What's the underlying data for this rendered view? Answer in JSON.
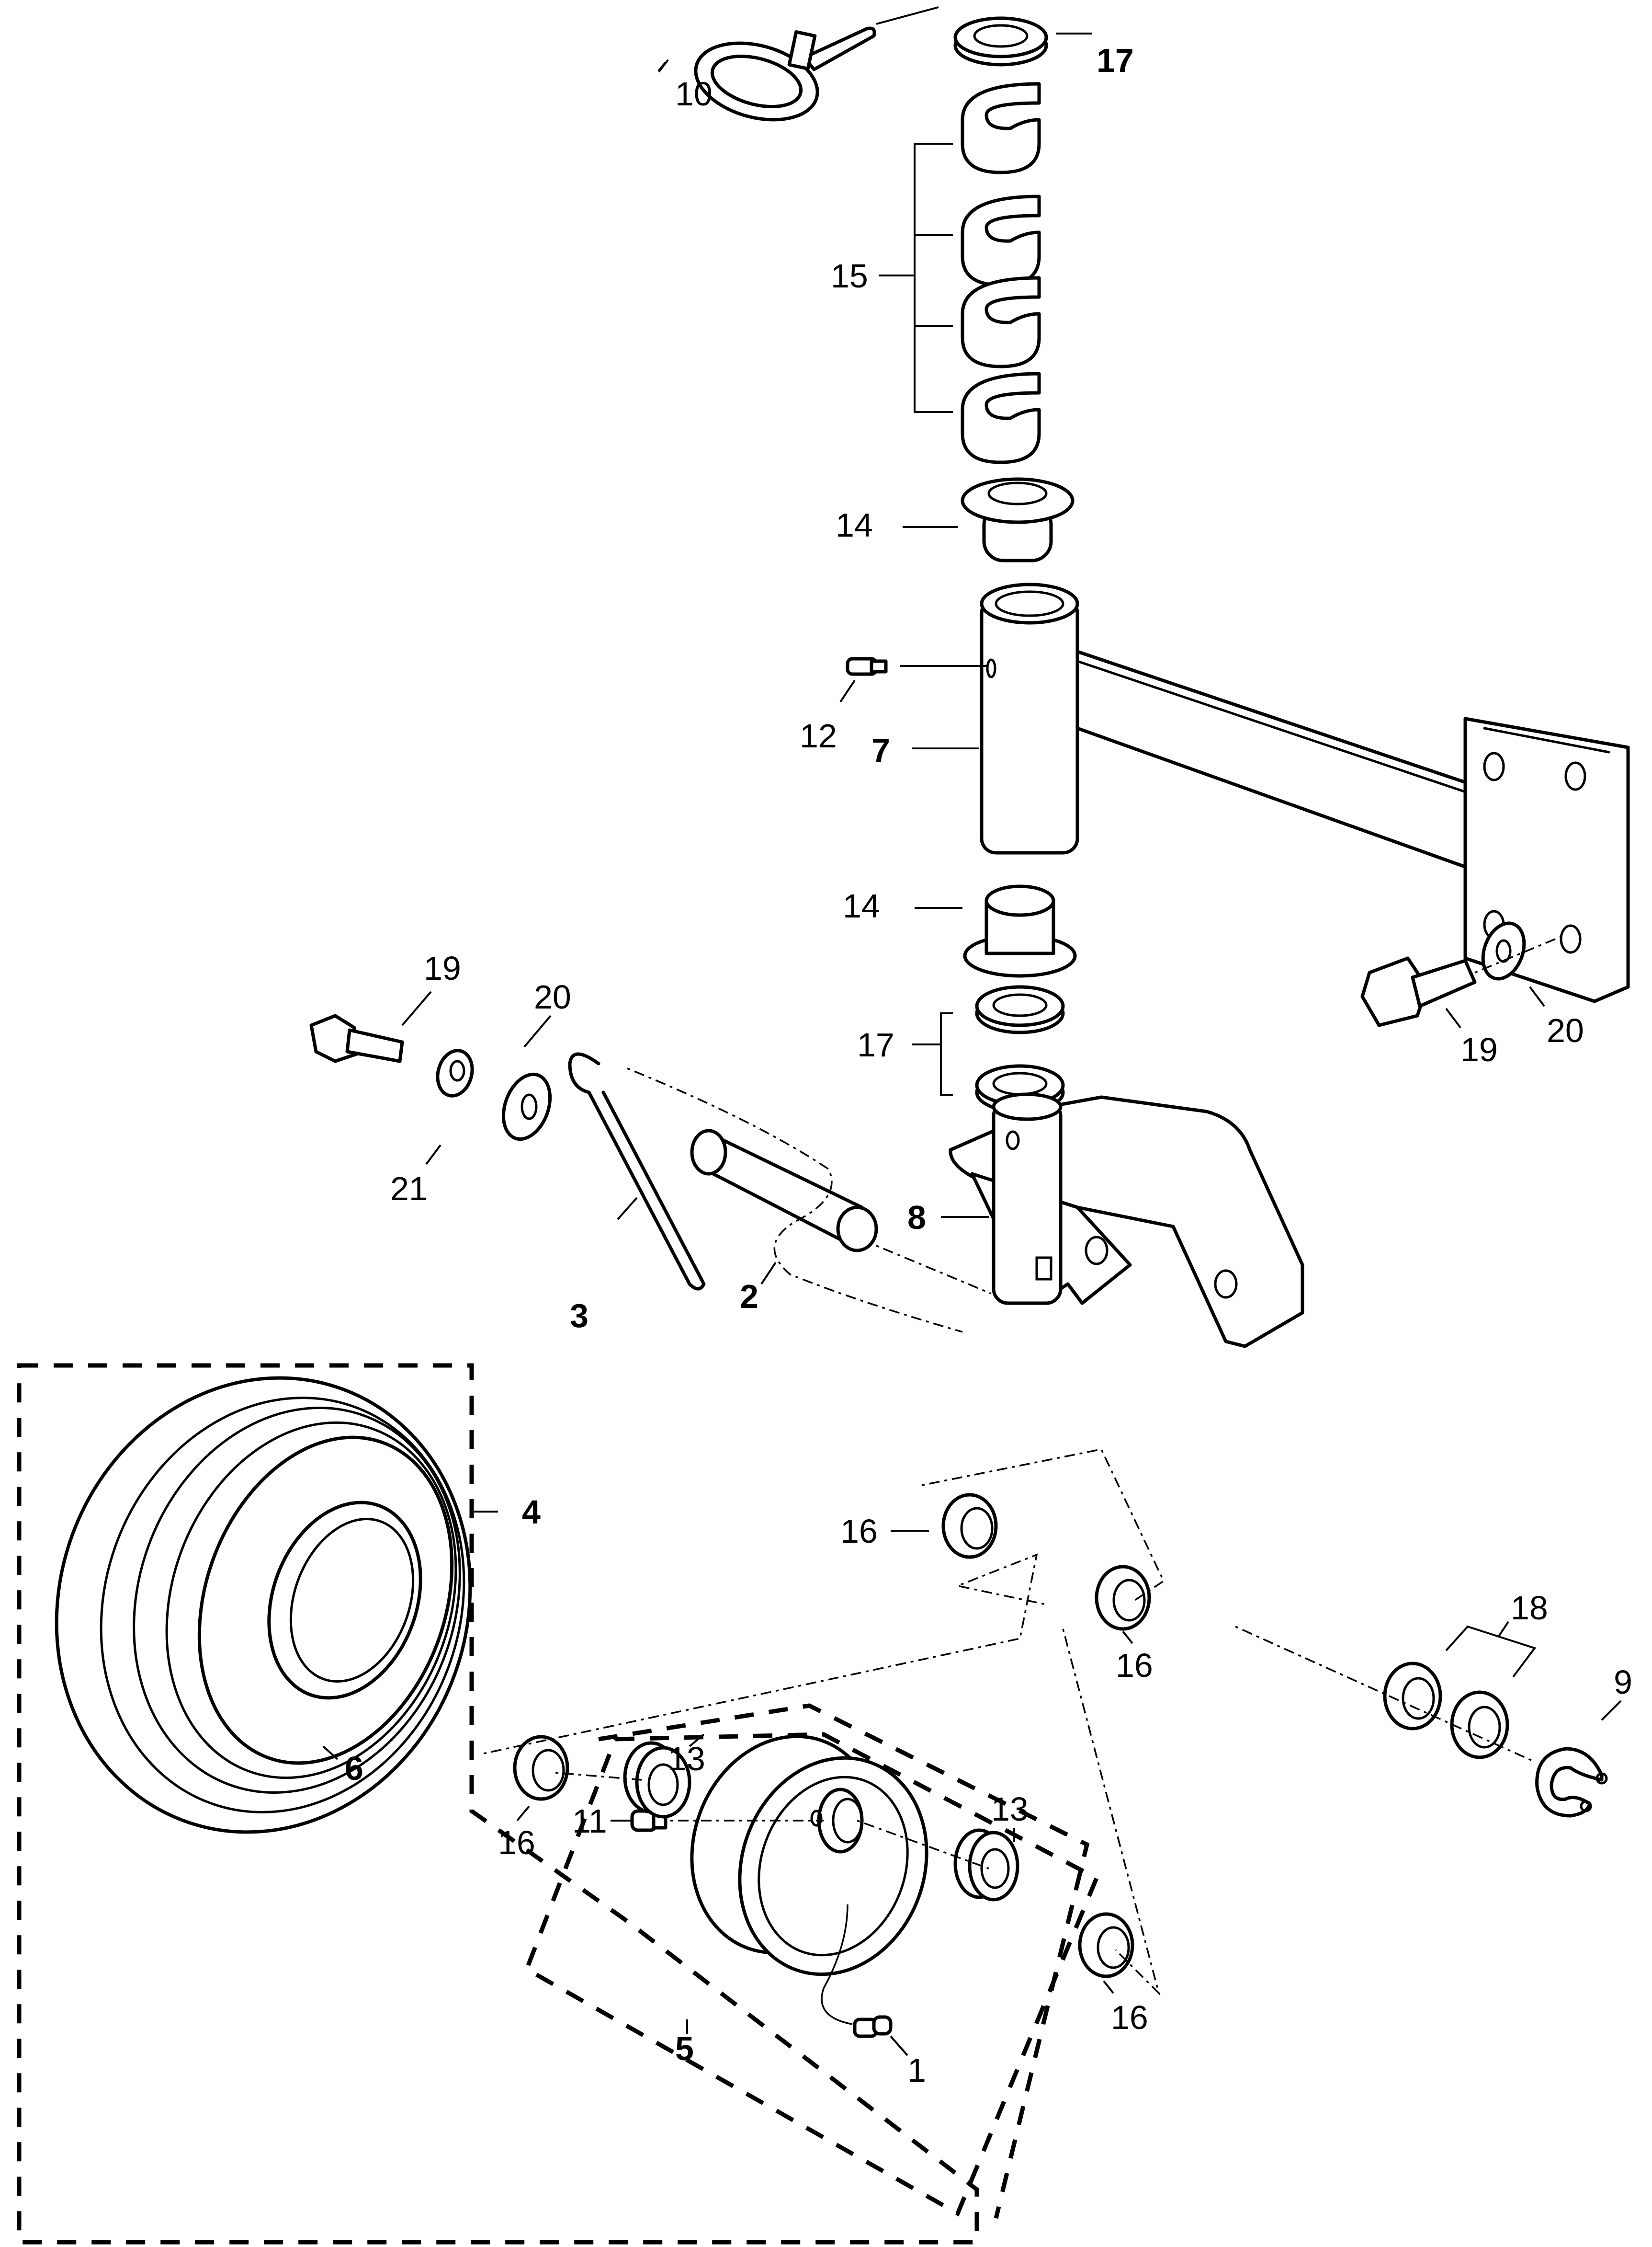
{
  "diagram": {
    "type": "exploded-parts-view",
    "subject": "caster wheel assembly",
    "callouts": [
      {
        "id": "c1",
        "label": "1",
        "part": "grease-fitting-angled"
      },
      {
        "id": "c2",
        "label": "2",
        "part": "pin"
      },
      {
        "id": "c3",
        "label": "3",
        "part": "hairpin-clip"
      },
      {
        "id": "c4",
        "label": "4",
        "part": "wheel-tire-assembly"
      },
      {
        "id": "c5",
        "label": "5",
        "part": "wheel-rim-assembly"
      },
      {
        "id": "c6",
        "label": "6",
        "part": "tire"
      },
      {
        "id": "c7",
        "label": "7",
        "part": "caster-arm-tube-bracket"
      },
      {
        "id": "c8",
        "label": "8",
        "part": "caster-fork-spindle"
      },
      {
        "id": "c9",
        "label": "9",
        "part": "retaining-clip"
      },
      {
        "id": "c10",
        "label": "10",
        "part": "ring-lock-pin"
      },
      {
        "id": "c11",
        "label": "11",
        "part": "grease-fitting"
      },
      {
        "id": "c12",
        "label": "12",
        "part": "grease-fitting"
      },
      {
        "id": "c13a",
        "label": "13",
        "part": "wheel-bearing"
      },
      {
        "id": "c13b",
        "label": "13",
        "part": "wheel-bearing"
      },
      {
        "id": "c14a",
        "label": "14",
        "part": "flanged-bushing"
      },
      {
        "id": "c14b",
        "label": "14",
        "part": "flanged-bushing"
      },
      {
        "id": "c15",
        "label": "15",
        "part": "c-spacer-set"
      },
      {
        "id": "c16a",
        "label": "16",
        "part": "spacer"
      },
      {
        "id": "c16b",
        "label": "16",
        "part": "spacer"
      },
      {
        "id": "c16c",
        "label": "16",
        "part": "spacer"
      },
      {
        "id": "c16d",
        "label": "16",
        "part": "spacer"
      },
      {
        "id": "c17a",
        "label": "17",
        "part": "thrust-washer"
      },
      {
        "id": "c17b",
        "label": "17",
        "part": "thrust-washer-pair"
      },
      {
        "id": "c18",
        "label": "18",
        "part": "washer-pair"
      },
      {
        "id": "c19a",
        "label": "19",
        "part": "hex-bolt"
      },
      {
        "id": "c19b",
        "label": "19",
        "part": "hex-bolt"
      },
      {
        "id": "c20a",
        "label": "20",
        "part": "flat-washer"
      },
      {
        "id": "c20b",
        "label": "20",
        "part": "flat-washer"
      },
      {
        "id": "c21",
        "label": "21",
        "part": "lock-washer"
      }
    ]
  }
}
